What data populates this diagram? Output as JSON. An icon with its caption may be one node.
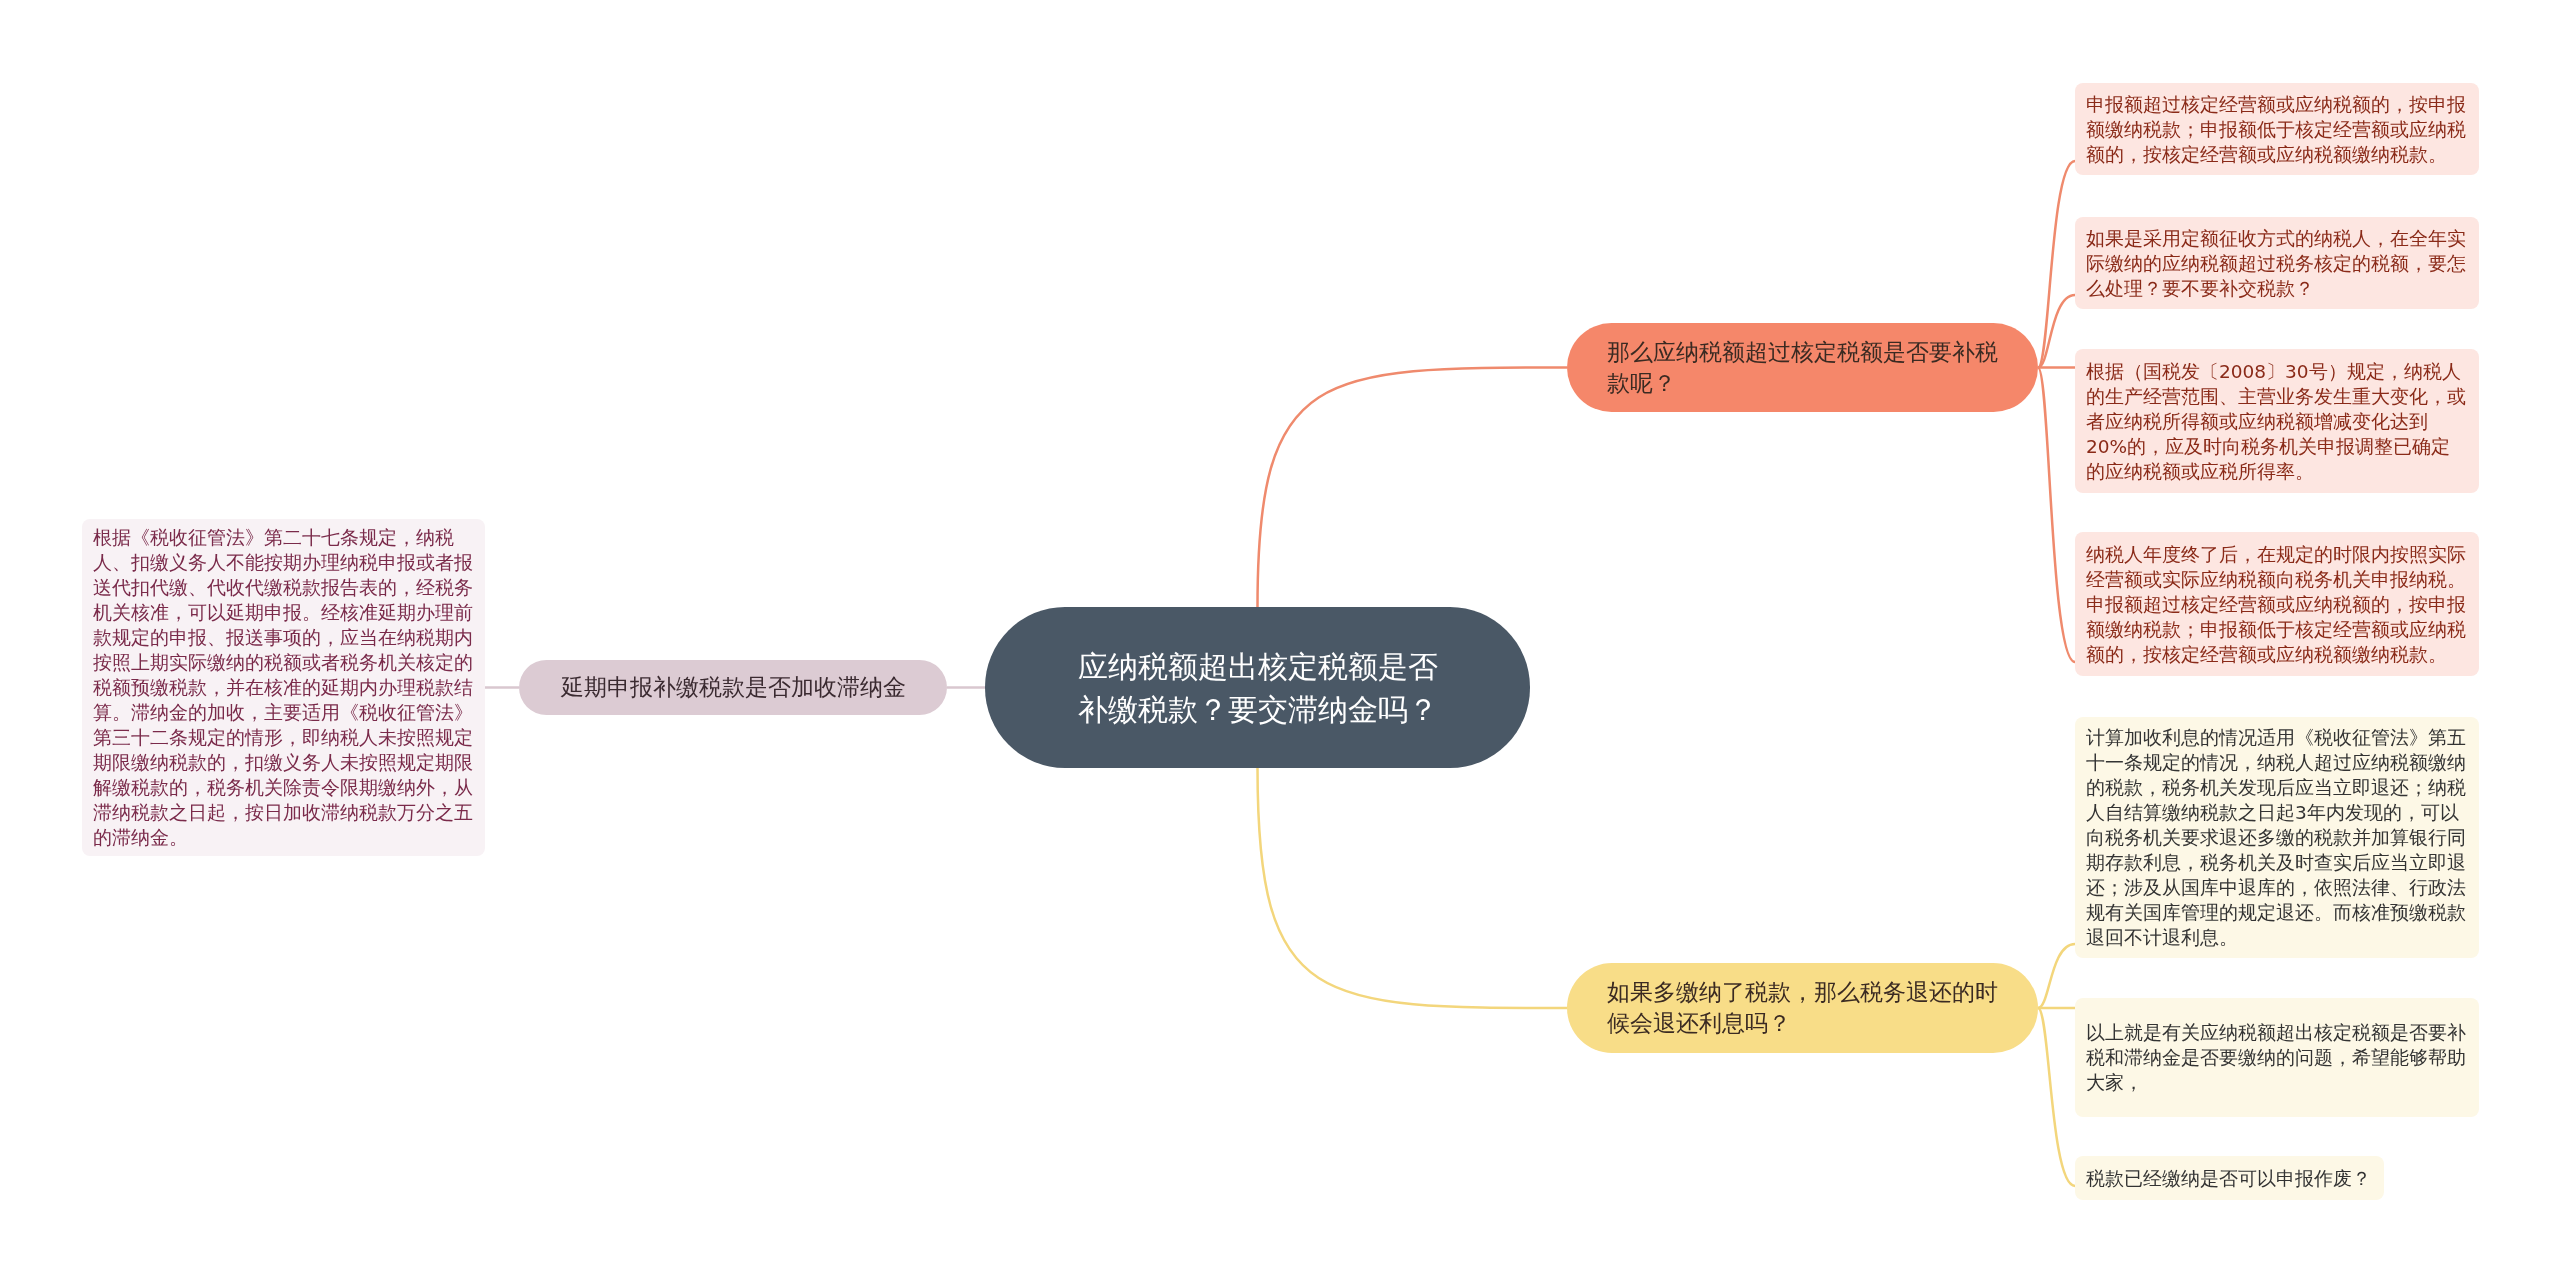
{
  "diagram": {
    "nodes": [
      {
        "text": [
          "应纳税额超出核定税额是否补缴税款？要交滞纳金吗？"
        ]
      },
      {
        "text": [
          "那么应纳税额超过核定税额是否要补税款呢？"
        ]
      },
      {
        "text": [
          "如果多缴纳了税款，那么税务退还的时候会退还利息吗？"
        ]
      },
      {
        "text": [
          "延期申报补缴税款是否加收滞纳金"
        ]
      },
      {
        "text": [
          "申报额超过核定经营额或应纳税额的，按申报额缴纳税款；申报额低于核定经营额或应纳税额的，按核定经营额或应纳税额缴纳税款。"
        ]
      },
      {
        "text": [
          "如果是采用定额征收方式的纳税人，在全年实际缴纳的应纳税额超过税务核定的税额，要怎么处理？要不要补交税款？"
        ]
      },
      {
        "text": [
          "根据（国税发〔2008〕30号）规定，纳税人的生产经营范围、主营业务发生重大变化，或者应纳税所得额或应纳税额增减变化达到20%的，应及时向税务机关申报调整已确定的应纳税额或应税所得率。"
        ]
      },
      {
        "text": [
          "纳税人年度终了后，在规定的时限内按照实际经营额或实际应纳税额向税务机关申报纳税。申报额超过核定经营额或应纳税额的，按申报额缴纳税款；申报额低于核定经营额或应纳税额的，按核定经营额或应纳税额缴纳税款。"
        ]
      },
      {
        "text": [
          "计算加收利息的情况适用《税收征管法》第五十一条规定的情况，纳税人超过应纳税额缴纳的税款，税务机关发现后应当立即退还；纳税人自结算缴纳税款之日起3年内发现的，可以向税务机关要求退还多缴的税款并加算银行同期存款利息，税务机关及时查实后应当立即退还；涉及从国库中退库的，依照法律、行政法规有关国库管理的规定退还。而核准预缴税款退回不计退利息。"
        ]
      },
      {
        "text": [
          "以上就是有关应纳税额超出核定税额是否要补税和滞纳金是否要缴纳的问题，希望能够帮助大家，"
        ]
      },
      {
        "text": [
          "税款已经缴纳是否可以申报作废？"
        ]
      },
      {
        "text": [
          "根据《税收征管法》第二十七条规定，纳税人、扣缴义务人不能按期办理纳税申报或者报送代扣代缴、代收代缴税款报告表的，经税务机关核准，可以延期申报。经核准延期办理前款规定的申报、报送事项的，应当在纳税期内按照上期实际缴纳的税额或者税务机关核定的税额预缴税款，并在核准的延期内办理税款结算。滞纳金的加收，主要适用《税收征管法》第三十二条规定的情形，即纳税人未按照规定期限缴纳税款的，扣缴义务人未按照规定期限解缴税款的，税务机关除责令限期缴纳外，从滞纳税款之日起，按日加收滞纳税款万分之五的滞纳金。"
        ]
      }
    ],
    "edges": [
      {
        "from": 0,
        "to": 1,
        "arrow": "none"
      },
      {
        "from": 0,
        "to": 2,
        "arrow": "none",
        "color": "#f3d67c"
      },
      {
        "from": 0,
        "to": 3,
        "arrow": "none",
        "color": "#d9c7cf"
      },
      {
        "from": 1,
        "to": 4,
        "arrow": "none"
      },
      {
        "from": 1,
        "to": 5,
        "arrow": "none"
      },
      {
        "from": 1,
        "to": 6,
        "arrow": "none"
      },
      {
        "from": 1,
        "to": 7,
        "arrow": "none"
      },
      {
        "from": 2,
        "to": 8,
        "arrow": "none",
        "color": "#f3d67c"
      },
      {
        "from": 2,
        "to": 9,
        "arrow": "none",
        "color": "#f3d67c"
      },
      {
        "from": 2,
        "to": 10,
        "arrow": "none",
        "color": "#f3d67c"
      },
      {
        "from": 3,
        "to": 11,
        "arrow": "none",
        "color": "#d9c7cf"
      }
    ]
  }
}
